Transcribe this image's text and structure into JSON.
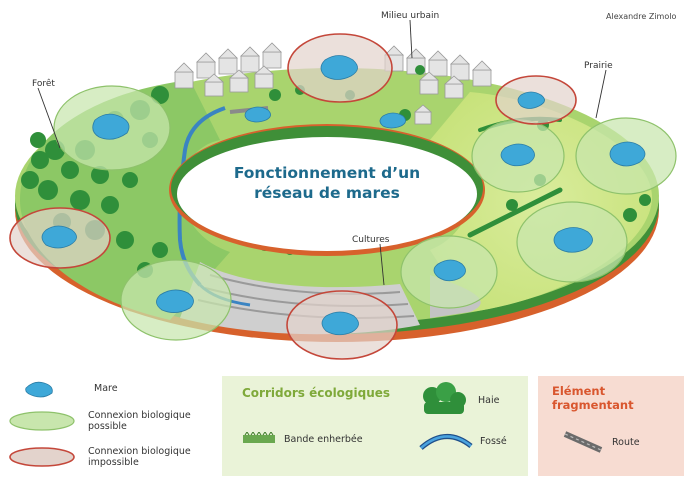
{
  "title_line1": "Fonctionnement d’un",
  "title_line2": "réseau de mares",
  "credit": "Alexandre Zimolo",
  "labels": {
    "foret": "Forêt",
    "milieu_urbain": "Milieu urbain",
    "prairie": "Prairie",
    "cultures": "Cultures"
  },
  "legend": {
    "mare": "Mare",
    "connexion_possible_1": "Connexion biologique",
    "connexion_possible_2": "possible",
    "connexion_impossible_1": "Connexion biologique",
    "connexion_impossible_2": "impossible",
    "corridors_title": "Corridors écologiques",
    "bande": "Bande enherbée",
    "haie": "Haie",
    "fosse": "Fossé",
    "element_line1": "Elément",
    "element_line2": "fragmentant",
    "route": "Route"
  },
  "colors": {
    "pond": "#3ea8d8",
    "green_circle": "#bfe0a0",
    "red_circle": "#c4473a",
    "rim": "#d7612c",
    "title": "#1d6a8c",
    "corridor_title": "#7fa93a",
    "fragment_title": "#d9562e"
  }
}
